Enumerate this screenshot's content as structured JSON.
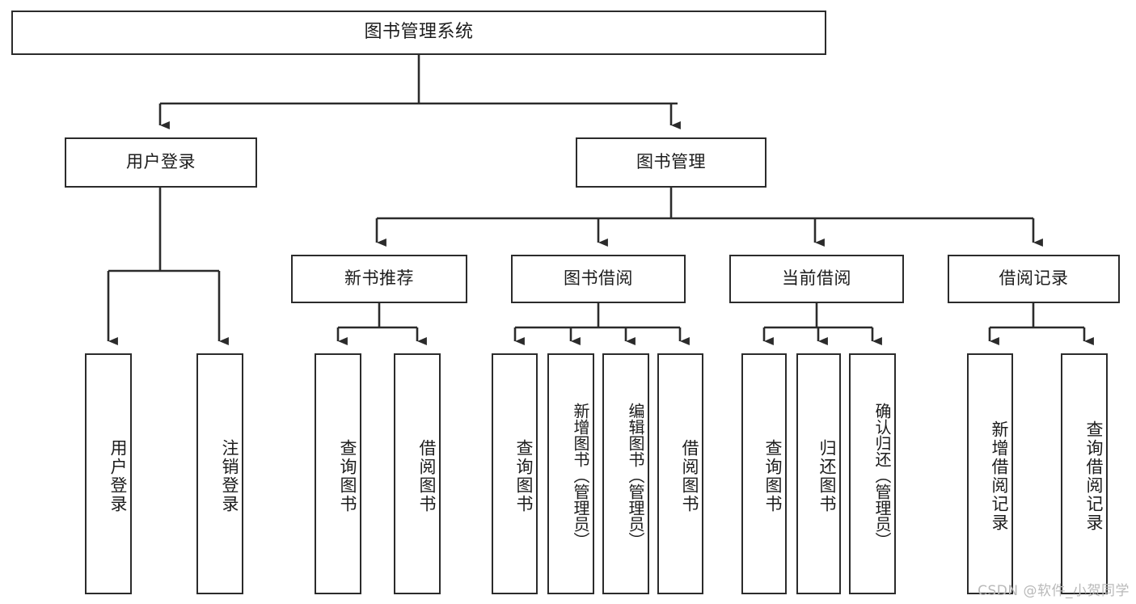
{
  "diagram": {
    "type": "tree",
    "title": "图书管理系统",
    "root": "图书管理系统",
    "level2": [
      {
        "label": "用户登录"
      },
      {
        "label": "图书管理"
      }
    ],
    "level3": [
      {
        "label": "新书推荐"
      },
      {
        "label": "图书借阅"
      },
      {
        "label": "当前借阅"
      },
      {
        "label": "借阅记录"
      }
    ],
    "leaves": {
      "user_login": [
        "用户登录",
        "注销登录"
      ],
      "new_book_recommend": [
        "查询图书",
        "借阅图书"
      ],
      "book_borrow": [
        "查询图书",
        "新增图书（管理员）",
        "编辑图书（管理员）",
        "借阅图书"
      ],
      "current_borrow": [
        "查询图书",
        "归还图书",
        "确认归还（管理员）"
      ],
      "borrow_record": [
        "新增借阅记录",
        "查询借阅记录"
      ]
    },
    "colors": {
      "stroke": "#2b2b2b",
      "fill": "#ffffff",
      "text": "#1c1c1c",
      "watermark": "#b9b9b9"
    }
  },
  "watermark": "CSDN @软件_小贺同学"
}
